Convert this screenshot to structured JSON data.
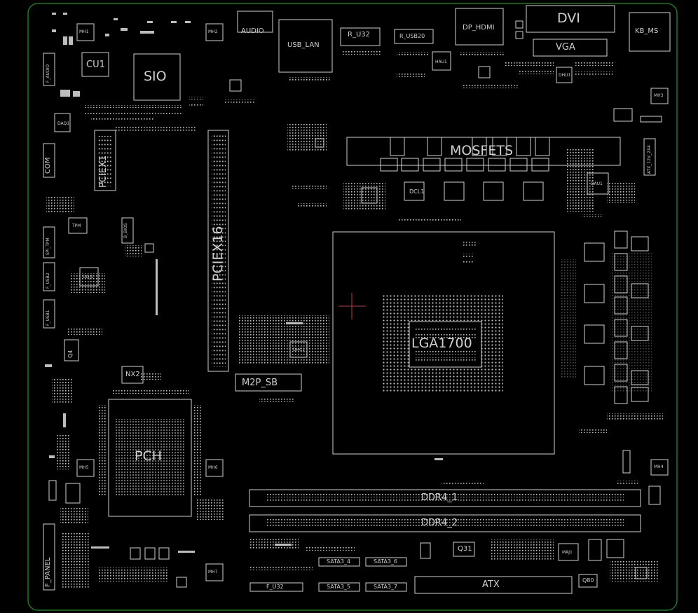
{
  "board_outline_color": "#1e7a1e",
  "line_color": "#cfcfcf",
  "cpu_cross_color": "#b04040",
  "labels": {
    "dvi": "DVI",
    "vga": "VGA",
    "kb_ms": "KB_MS",
    "audio": "AUDIO",
    "usb_lan": "USB_LAN",
    "r_u32": "R_U32",
    "r_usb20": "R_USB20",
    "dp_hdmi": "DP_HDMI",
    "sio": "SIO",
    "cu1": "CU1",
    "mh1": "MH1",
    "mh2": "MH2",
    "mh3": "MH3",
    "mh4": "MH4",
    "mh5": "MH5",
    "mh6": "MH6",
    "mh7": "MH7",
    "pciex1": "PCIEX1",
    "pciex16": "PCIEX16",
    "mosfets": "MOSFETS",
    "dcl1": "DCL1",
    "lga1700": "LGA1700",
    "m2p_sb": "M2P_SB",
    "nx2": "NX2",
    "pch": "PCH",
    "ddr4_1": "DDR4_1",
    "ddr4_2": "DDR4_2",
    "atx": "ATX",
    "q31": "Q31",
    "q80": "Q80",
    "q4": "Q4",
    "sata3_4": "SATA3_4",
    "sata3_5": "SATA3_5",
    "sata3_6": "SATA3_6",
    "sata3_7": "SATA3_7",
    "f_u32": "F_U32",
    "f_panel": "F_PANEL",
    "com": "COM",
    "tpm": "TPM",
    "f_audio": "F_AUDIO",
    "f_usb1": "F_USB1",
    "f_usb2": "F_USB2",
    "spi_tpm": "SPI_TPM",
    "atx_12v": "ATX_12V_2X4",
    "daq1": "DAQ1",
    "dau1": "DAU1",
    "hau1": "HAU1",
    "maj1": "MAJ1",
    "dhu1": "DHU1",
    "dqj1": "DQJ1",
    "dhc1": "DHC1",
    "sensor": "B_BIOS"
  }
}
